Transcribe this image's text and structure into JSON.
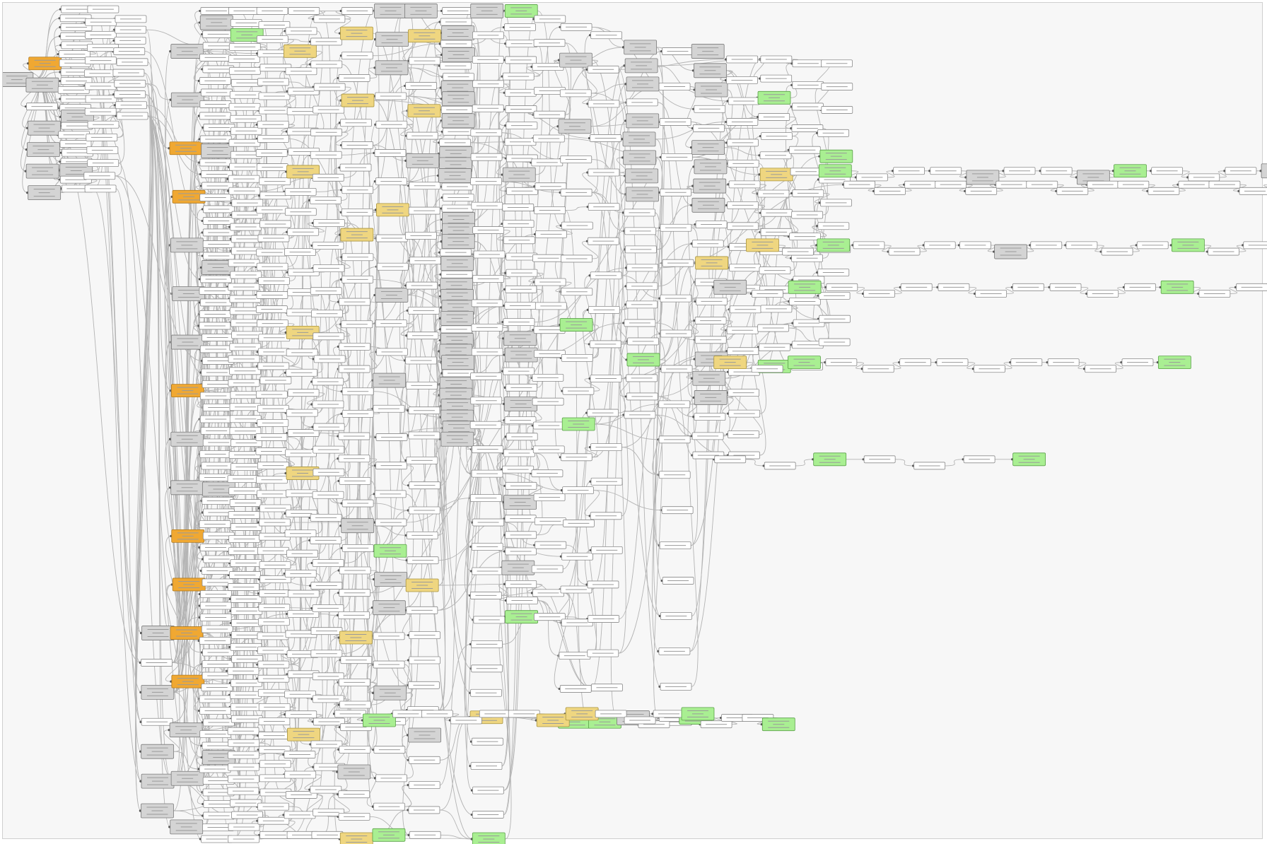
{
  "graph": {
    "node_colors": {
      "w": {
        "fill": "#ffffff",
        "stroke": "#8a8a8a"
      },
      "g": {
        "fill": "#d4d4d4",
        "stroke": "#7a7a7a"
      },
      "o": {
        "fill": "#f0a832",
        "stroke": "#b07a20"
      },
      "y": {
        "fill": "#efd680",
        "stroke": "#a89440"
      },
      "e": {
        "fill": "#a9ef92",
        "stroke": "#5aa048"
      }
    },
    "edge_color": "#b4b4b4",
    "text_stub_color": "#9a9a9a",
    "columns": [
      "g",
      "ogwgggg",
      "wwwwwwwwwwwwgwwwwwgww",
      "wwwwwwwwwwwwwww",
      "wwwwwwwwww",
      "gwgwggg",
      "ggoogggoggooooggg",
      "wgwwwwwwwwwwgwwwwwwwwwgwwwwwwwwwwwwwwwwwwgwwwwwwwwwwwwwwwwwwwwwwgwwwwwww",
      "wwewwwwwwwwwwwwwwwwwwwwwwwwwwwwwwwwwwwwwwwwwwwwwwwwwwwwwwwwwwwwwwwwwww",
      "wwwwwwwwwwwwwwwwwwwwwwwwwwwwwwwwwwwwwwwwwwwwwwwwwwwwwwwwwww",
      "wwywwwwwywwwwwwwywwwwwwywwwwwwwwwwwwywwwww",
      "wwwwwwwwwwwwwwwwwwwwwwwwwwwwwwwwwwwww",
      "wywwywwwwwywwwwwwwwwwwwgwwwwywwwwwgwwy",
      "gggwwwwywwgwwgwwwwweggwwgwwwwe",
      "gywwywgwwwwwwwwwwwwwwwwywwwwwgwwww",
      "wwgwgwwggwgwwgggwwwgggwgwggggwgggwgggggg",
      "gwwwwwwwwwwwwwwwwwwwwwwwwwwwwywwwwe",
      "ewwwwwwwwwgwwwwwwwwwggwwgwwwwwgwwwgwwe",
      "wwwwwwwwwwwwwwwwwwwwwwwwww",
      "wgwgwwwwwewwewwwwwwwwe",
      "wwwwwwwwwwwwwwwwwwwwe",
      "gggwgggggwwwwwwwwewww",
      "wwwwwwwwwwwwwwwwwwww",
      "gggwwggggwwywwwwgggwww",
      "wwwwwwwwwwwwwwwwwwww",
      "wwewwwywwwwwwwwwe",
      "wwwwwwwwwwwwwww",
      "wwwwewwwwwwww"
    ],
    "chains": [
      "ewwwgwwgewwwgwgwe",
      "wwwwwwwwwwwwwwwwww",
      "ywewwwwgwwwwewwgwwe",
      "gwewwwwwwwwwewwgwwe",
      "ywewwwwwwwwwe",
      "wwewwwe",
      "gwwewwwe",
      "wewwwwwyywwwe"
    ]
  }
}
